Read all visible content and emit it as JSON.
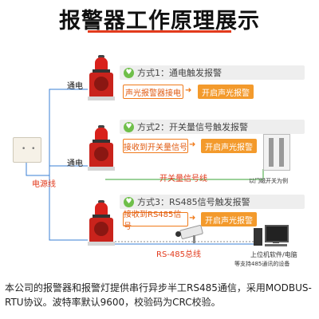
{
  "title": "报警器工作原理展示",
  "labels": {
    "tongdian_1": "通电",
    "tongdian_2": "通电",
    "power_line": "电源线",
    "switch_line": "开关量信号线",
    "rs485_bus": "RS-485总线",
    "door_note": "以门磁开关为例",
    "pc_note_1": "上位机软件/电脑",
    "pc_note_2": "等支持485通讯的设备"
  },
  "modes": [
    {
      "icon": "heart-icon",
      "title": "方式1：通电触发报警",
      "step1": "声光报警器接电",
      "step2": "开启声光报警"
    },
    {
      "icon": "heart-icon",
      "title": "方式2：开关量信号触发报警",
      "step1": "接收到开关量信号",
      "step2": "开启声光报警"
    },
    {
      "icon": "heart-icon",
      "title": "方式3：RS485信号触发报警",
      "step1": "接收到RS485信号",
      "step2": "开启声光报警"
    }
  ],
  "footer": "本公司的报警器和报警灯提供串行异步半工RS485通信，采用MODBUS-RTU协议。波特率默认9600，校验码为CRC校验。",
  "colors": {
    "accent": "#e23a1c",
    "green_line": "#3aa335",
    "blue_line": "#3a7fd4",
    "step_orange": "#f39a2c"
  }
}
